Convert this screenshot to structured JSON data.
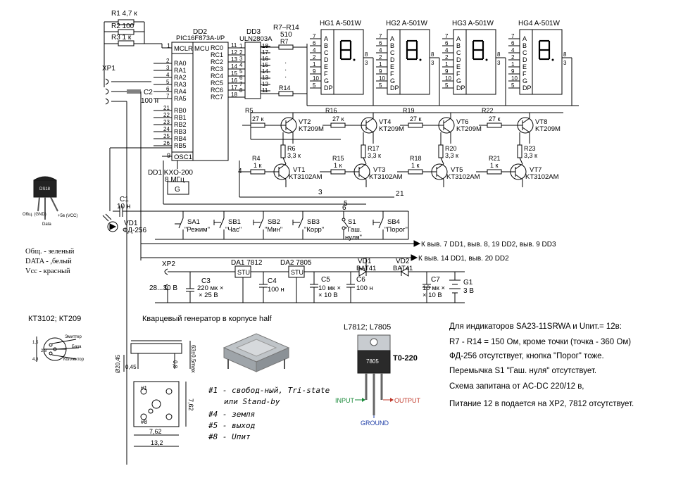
{
  "schematic": {
    "resistors": {
      "r1": "R1 4,7 к",
      "r2": "R2 100",
      "r3": "R3 1 к",
      "r7_14": "R7–R14",
      "r7_14_val": "510",
      "r7": "R7",
      "r14": "R14",
      "r5": "R5",
      "r5v": "27 к",
      "r16": "R16",
      "r16v": "27 к",
      "r19": "R19",
      "r19v": "27 к",
      "r22": "R22",
      "r22v": "27 к",
      "r4": "R4",
      "r4v": "1 к",
      "r15": "R15",
      "r15v": "1 к",
      "r18": "R18",
      "r18v": "1 к",
      "r21": "R21",
      "r21v": "1 к",
      "r6": "R6",
      "r6v": "3,3 к",
      "r17": "R17",
      "r17v": "3,3 к",
      "r20": "R20",
      "r20v": "3,3 к",
      "r23": "R23",
      "r23v": "3,3 к"
    },
    "ics": {
      "dd2_name": "DD2",
      "dd2_type": "PIC16F873A-I/P",
      "mclr": "MCLR",
      "mcu": "MCU",
      "osc1": "OSC1",
      "ra": [
        "RA0",
        "RA1",
        "RA2",
        "RA3",
        "RA4",
        "RA5"
      ],
      "ra_pins": [
        "2",
        "3",
        "4",
        "5",
        "6",
        "7"
      ],
      "rb": [
        "RB0",
        "RB1",
        "RB2",
        "RB3",
        "RB4",
        "RB5"
      ],
      "rb_pins": [
        "21",
        "22",
        "23",
        "24",
        "25",
        "26"
      ],
      "rc": [
        "RC0",
        "RC1",
        "RC2",
        "RC3",
        "RC4",
        "RC5",
        "RC6",
        "RC7"
      ],
      "rc_pins": [
        "11",
        "12",
        "13",
        "14",
        "15",
        "16",
        "17",
        "18"
      ],
      "pin1": "1",
      "pin9": "9",
      "dd3_name": "DD3",
      "dd3_type": "ULN2803A",
      "dd3_pins": [
        "1",
        "2",
        "3",
        "4",
        "5",
        "6",
        "7",
        "8"
      ],
      "dd3_out_pins": [
        "18",
        "17",
        "16",
        "15",
        "14",
        "13",
        "12",
        "11"
      ],
      "dd1_name": "DD1 KXO-200",
      "dd1_freq": "8 МГц",
      "dd1_g": "G"
    },
    "displays": {
      "hg1": "HG1 A-501W",
      "hg2": "HG2 A-501W",
      "hg3": "HG3 A-501W",
      "hg4": "HG4 A-501W",
      "segs": [
        "A",
        "B",
        "C",
        "D",
        "E",
        "F",
        "G",
        "DP"
      ],
      "seg_pins": [
        "7",
        "6",
        "4",
        "2",
        "1",
        "9",
        "10",
        "5"
      ],
      "common_pins": [
        "3",
        "8"
      ]
    },
    "transistors": {
      "vt2": "VT2",
      "vt4": "VT4",
      "vt6": "VT6",
      "vt8": "VT8",
      "pnp_type": "KT209M",
      "vt1": "VT1",
      "vt3": "VT3",
      "vt5": "VT5",
      "vt7": "VT7",
      "npn_type": "KT3102AM"
    },
    "left": {
      "xp1": "XP1",
      "c2": "C2",
      "c2v": "100 н",
      "c1": "C1",
      "c1v": "10 н",
      "vd1": "VD1",
      "vd1v": "ФД-256"
    },
    "switches": {
      "sa1": "SA1",
      "sa1l": "\"Режим\"",
      "sb1": "SB1",
      "sb1l": "\"Час\"",
      "sb2": "SB2",
      "sb2l": "\"Мин\"",
      "sb3": "SB3",
      "sb3l": "\"Корр\"",
      "s1": "S1",
      "s1l1": "\"Гаш.",
      "s1l2": "нуля\"",
      "sb4": "SB4",
      "sb4l": "\"Порог\""
    },
    "nets": {
      "to_dd1_7": "К выв. 7 DD1, выв. 8, 19 DD2, выв. 9 DD3",
      "to_dd1_14": "К выв. 14 DD1, выв. 20 DD2",
      "n1": "1",
      "n2": "2",
      "n3": "3",
      "n4": "4",
      "n5": "5",
      "n6": "6"
    },
    "power": {
      "xp2": "XP2",
      "v28": "28...30 В",
      "c3": "C3",
      "c3v1": "220 мк ×",
      "c3v2": "× 25 В",
      "da1": "DA1 7812",
      "da2": "DA2 7805",
      "stu": "STU",
      "c4": "C4",
      "c4v": "100 н",
      "c5": "C5",
      "c5v1": "10 мк ×",
      "c5v2": "× 10 В",
      "c6": "C6",
      "c6v": "100 н",
      "vd1p": "VD1",
      "bat1": "BAT41",
      "vd2": "VD2",
      "bat2": "BAT41",
      "c7": "C7",
      "c7v1": "10 мк ×",
      "c7v2": "× 10 В",
      "g1": "G1",
      "g1v": "3 В"
    }
  },
  "pinout": {
    "label": "DS18",
    "pins": [
      "Общ. (GND)",
      "Data",
      "+5в (VCC)"
    ],
    "legend": [
      "Общ. - зеленый",
      "DATA - ,белый",
      "Vcc - красный"
    ]
  },
  "kt": {
    "title": "КТ3102; КТ209",
    "emitter": "Эмиттер",
    "base": "База",
    "collector": "Коллектор",
    "d1": "1,5",
    "d2": "2,8",
    "d3": "4,8"
  },
  "crystal": {
    "title": "Кварцевый генератор в корпусе half",
    "dims": [
      "0,45",
      "63±0,5max",
      "0,8",
      "7,62",
      "7,62",
      "13,2",
      "#1",
      "#8",
      "Ø20,45"
    ],
    "pin_desc": [
      "#1 - свобод-ный, Tri-state",
      "или Stand-by",
      "#4 - земля",
      "#5 - выход",
      "#8 - Uпит"
    ]
  },
  "regulator": {
    "title": "L7812; L7805",
    "chip": "7805",
    "pkg": "T0-220",
    "input": "INPUT",
    "output": "OUTPUT",
    "ground": "GROUND"
  },
  "notes": [
    "Для индикаторов SA23-11SRWA и Uпит.= 12в:",
    "R7 - R14 = 150 Ом, кроме точки (точка - 360 Ом)",
    "ФД-256 отсутствует, кнопка \"Порог\" тоже.",
    "Перемычка S1 \"Гаш. нуля\" отсутствует.",
    "Схема запитана от AC-DC 220/12 в,",
    "Питание 12 в подается на XP2, 7812 отсутствует."
  ],
  "colors": {
    "input": "#1a8a3a",
    "output": "#c0392b",
    "ground": "#1f3fa8"
  }
}
